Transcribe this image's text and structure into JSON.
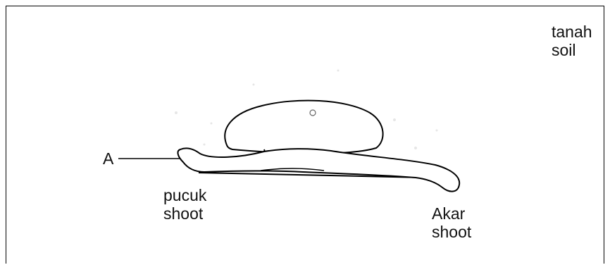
{
  "labels": {
    "soil": {
      "line1": "tanah",
      "line2": "soil"
    },
    "pointer": "A",
    "shoot": {
      "line1": "pucuk",
      "line2": "shoot"
    },
    "root": {
      "line1": "Akar",
      "line2": "shoot"
    }
  },
  "colors": {
    "stroke": "#000000",
    "background": "#ffffff"
  }
}
